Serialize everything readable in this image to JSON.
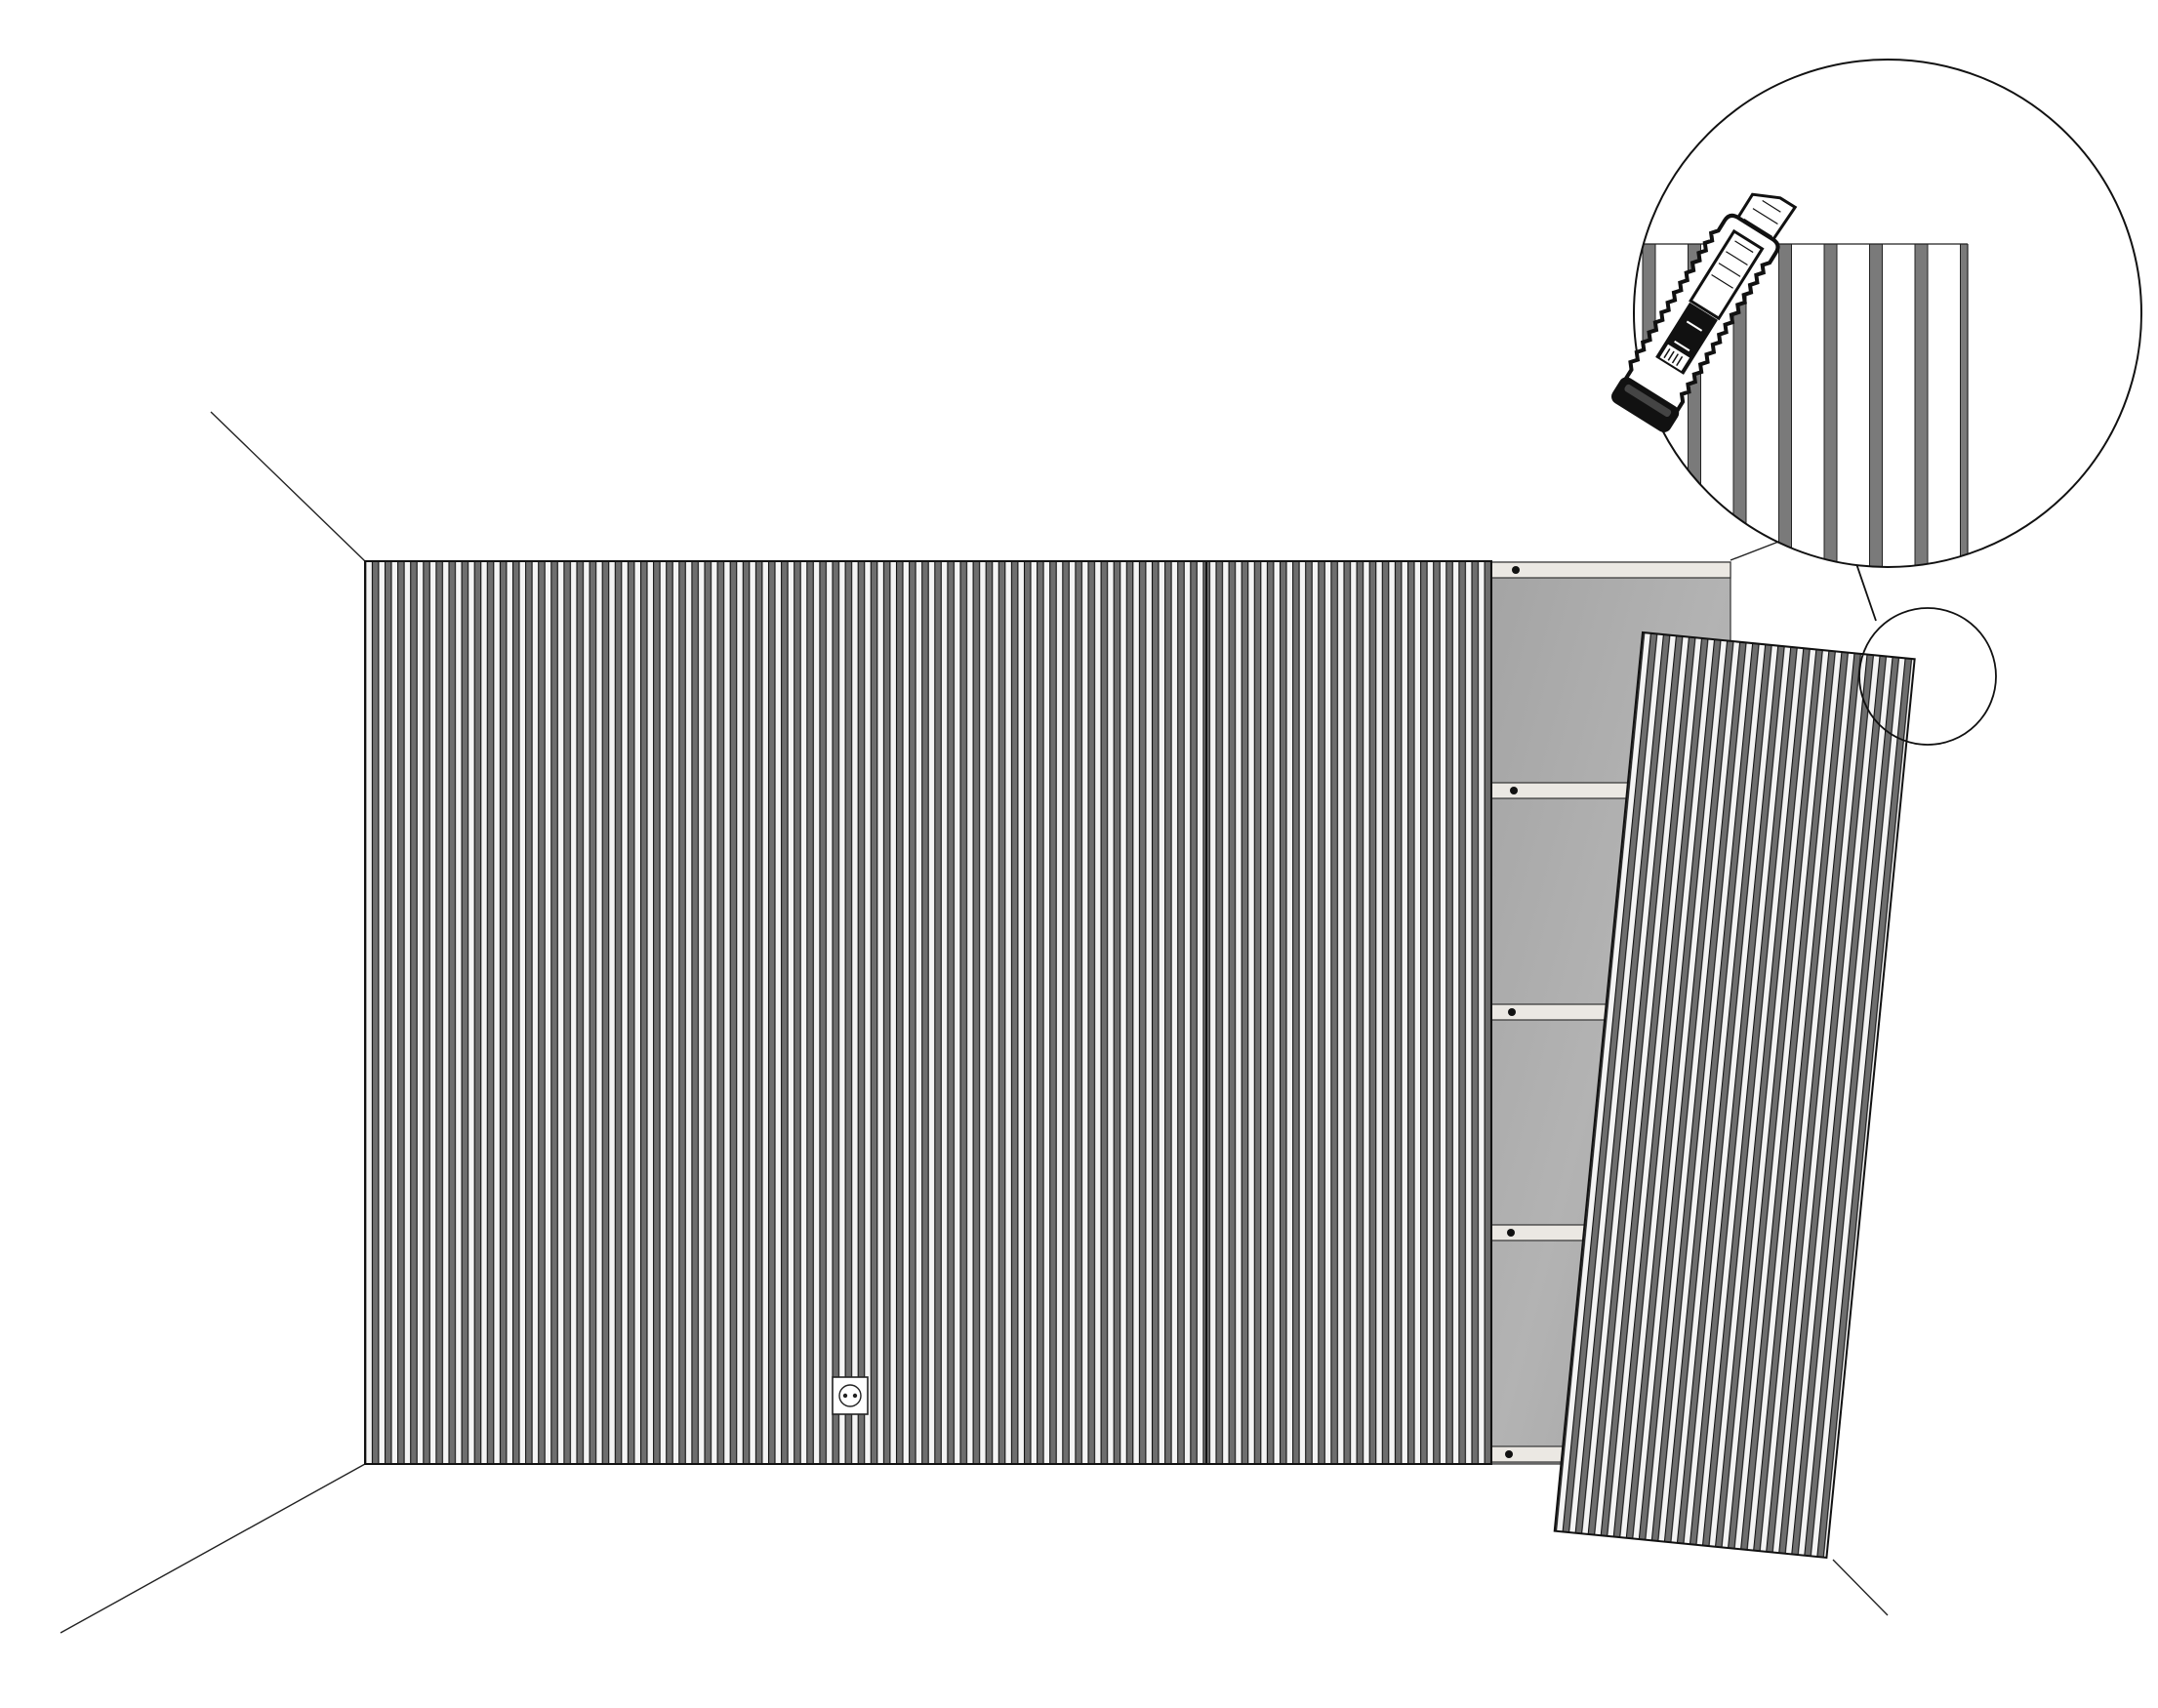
{
  "diagram": {
    "kind": "installation-illustration",
    "step": "trim-top-of-panel-with-utility-knife",
    "colors": {
      "line": "#1a1a1a",
      "stripe": "#6e6e6e",
      "stripe_light": "#f4f4f4",
      "substrate": "#a9a9a9",
      "batten": "#ebe8e3",
      "background": "#ffffff"
    },
    "panels": {
      "installed_count": 2,
      "leaning_count": 1
    },
    "battens": {
      "count": 5
    },
    "icons": [
      "utility-knife-icon",
      "magnifier-callout",
      "wall-outlet-icon",
      "screw-icon"
    ]
  }
}
